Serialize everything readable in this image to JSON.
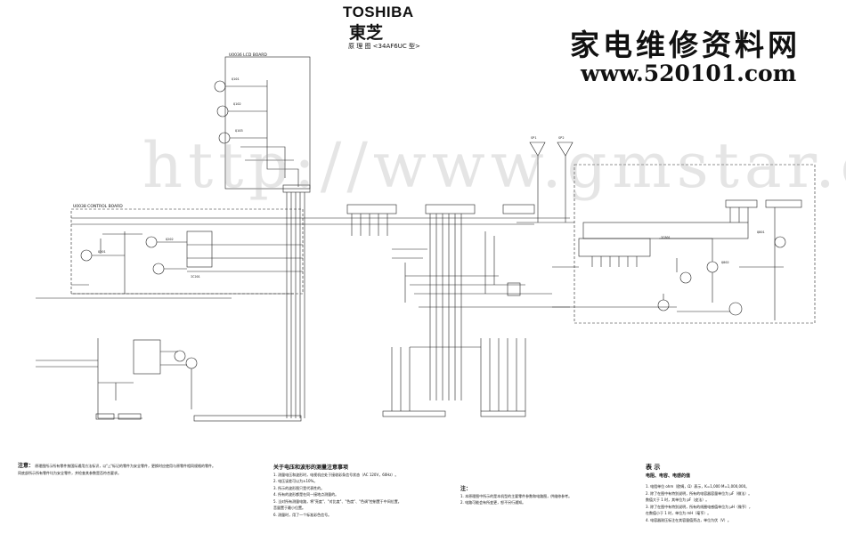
{
  "header": {
    "brand": "TOSHIBA",
    "brand_cn": "東芝",
    "doc_title": "原 理 图  <34AF6UC 型>"
  },
  "watermark": {
    "site_cn": "家电维修资料网",
    "site_url": "www.520101.com",
    "overlay_url": "http://www.gmstar.com"
  },
  "schematic": {
    "board_lcd": "U0036   LCD BOARD",
    "board_control": "U0038   CONTROL BOARD"
  },
  "notes": {
    "note1": {
      "label": "注意：",
      "lines": [
        "原理图所示所有零件按国际通用方法标识，以\"△\"标记的零件为安全零件，更换时应使用与原零件相同规格的零件。",
        "同底部所示所有零件均为安全零件，并检查其参数是否符合要求。"
      ]
    },
    "note2": {
      "title": "关于电压和波形的测量注意事项",
      "lines": [
        "1. 测量电压和波形时，电视机应处于接收彩条信号状态（AC 120V，60Hz）。",
        "2. 电压误差可以为±10%。",
        "3. 所示的波形图只是代表性的。",
        "4. 所有的波形都是在同一接地点测量的。",
        "5. 当对所有测量电路，将\"亮度\"、\"对比度\"、\"色度\"、\"色调\"控制置于中间位置。",
        "   音量置于最小位置。",
        "6. 测量时，用了一个标准彩色信号。"
      ]
    },
    "note3": {
      "title": "注：",
      "lines": [
        "1. 本原理图中所示的是本机型的主要零件参数和电路图，供维修参考。",
        "2. 电路可能会有所变更，恕不另行通知。"
      ]
    },
    "note4": {
      "title": "表  示",
      "subtitle": "电阻、电容、电感的值",
      "lines": [
        "1. 电阻单位 ohm（欧姆，Ω）表示，K=1,000  M=1,000,000。",
        "2. 除了在图中有特别说明，所有的电容器容量单位为 μF（微法）。",
        "   数值大于 1 时，其单位为 pF（皮法）。",
        "3. 除了在图中有特别说明，所有的线圈电感值单位为 μH（微亨），",
        "   在数值小于 1 时，单位为 mH（毫亨）。",
        "4. 电容器耐压标注在其容量值旁边，单位为伏（V）。"
      ]
    }
  }
}
